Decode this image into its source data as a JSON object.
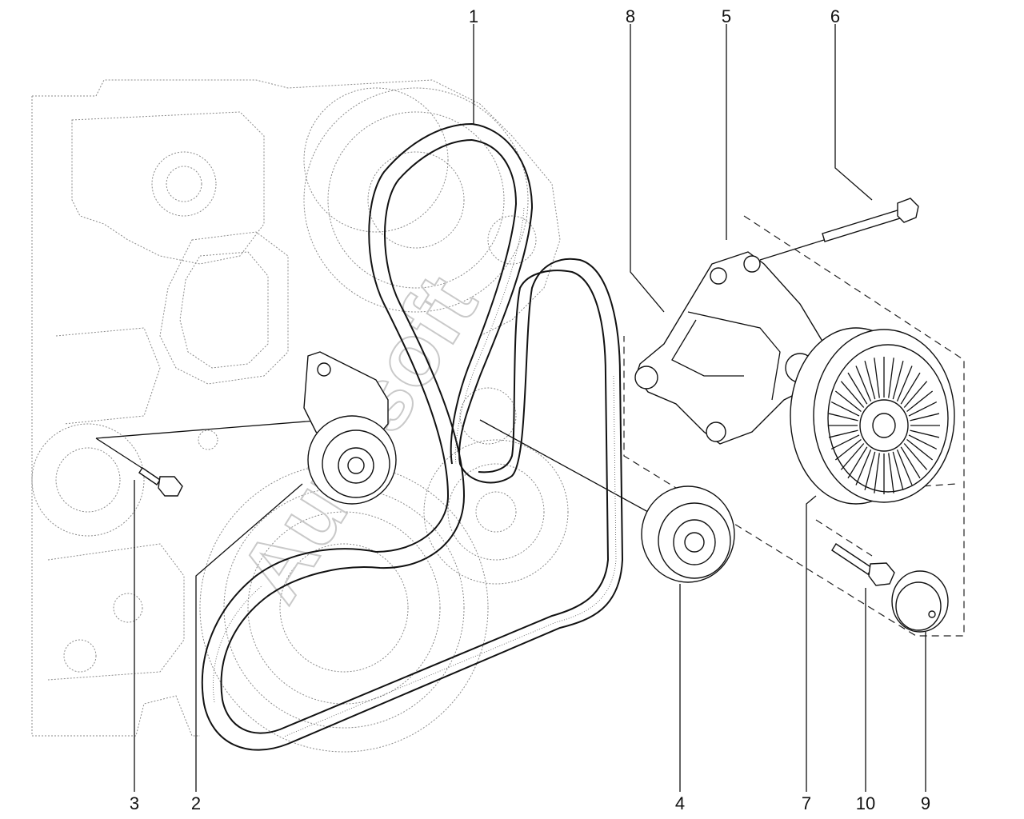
{
  "watermark": "Autosoft",
  "callouts": [
    {
      "id": "1",
      "label": "1"
    },
    {
      "id": "2",
      "label": "2"
    },
    {
      "id": "3",
      "label": "3"
    },
    {
      "id": "4",
      "label": "4"
    },
    {
      "id": "5",
      "label": "5"
    },
    {
      "id": "6",
      "label": "6"
    },
    {
      "id": "7",
      "label": "7"
    },
    {
      "id": "8",
      "label": "8"
    },
    {
      "id": "9",
      "label": "9"
    },
    {
      "id": "10",
      "label": "10"
    }
  ]
}
